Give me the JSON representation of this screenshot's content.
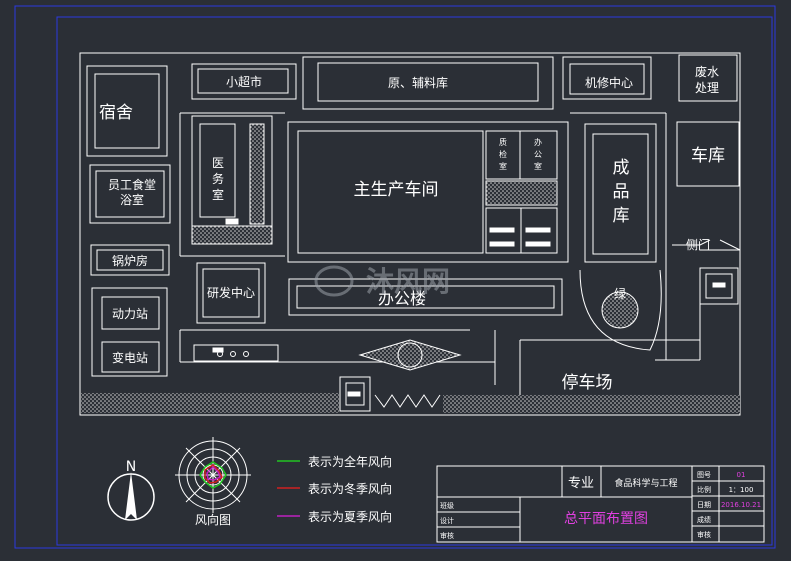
{
  "labels": {
    "dormitory": "宿舍",
    "supermarket": "小超市",
    "raw_materials": "原、辅料库",
    "repair_center": "机修中心",
    "wastewater_1": "废水",
    "wastewater_2": "处理",
    "canteen_1": "员工食堂",
    "canteen_2": "浴室",
    "garage": "车库",
    "medical_1": "医",
    "medical_2": "务",
    "medical_3": "室",
    "main_workshop": "主生产车间",
    "qc_1": "质",
    "qc_2": "检",
    "qc_3": "室",
    "office_room_1": "办",
    "office_room_2": "公",
    "office_room_3": "室",
    "finished_1": "成",
    "finished_2": "品",
    "finished_3": "库",
    "boiler": "锅炉房",
    "side_gate": "侧门",
    "rd_center": "研发中心",
    "office_building": "办公楼",
    "power_station": "动力站",
    "substation": "变电站",
    "green": "绿",
    "parking": "停车场",
    "watermark": "沐风网"
  },
  "legend": {
    "north": "N",
    "wind_rose_caption": "风向图",
    "annual": "表示为全年风向",
    "winter": "表示为冬季风向",
    "summer": "表示为夏季风向",
    "colors": {
      "annual": "#22c422",
      "winter": "#d02020",
      "summer": "#c020c0"
    }
  },
  "title_block": {
    "major_label": "专业",
    "major_value": "食品科学与工程",
    "drawing_title": "总平面布置图",
    "row_labels": [
      "班级",
      "设计",
      "审核"
    ],
    "fields": [
      {
        "label": "图号",
        "value": "01"
      },
      {
        "label": "比例",
        "value": "1：100"
      },
      {
        "label": "日期",
        "value": "2016.10.21"
      },
      {
        "label": "成绩",
        "value": ""
      },
      {
        "label": "审核",
        "value": ""
      }
    ]
  }
}
